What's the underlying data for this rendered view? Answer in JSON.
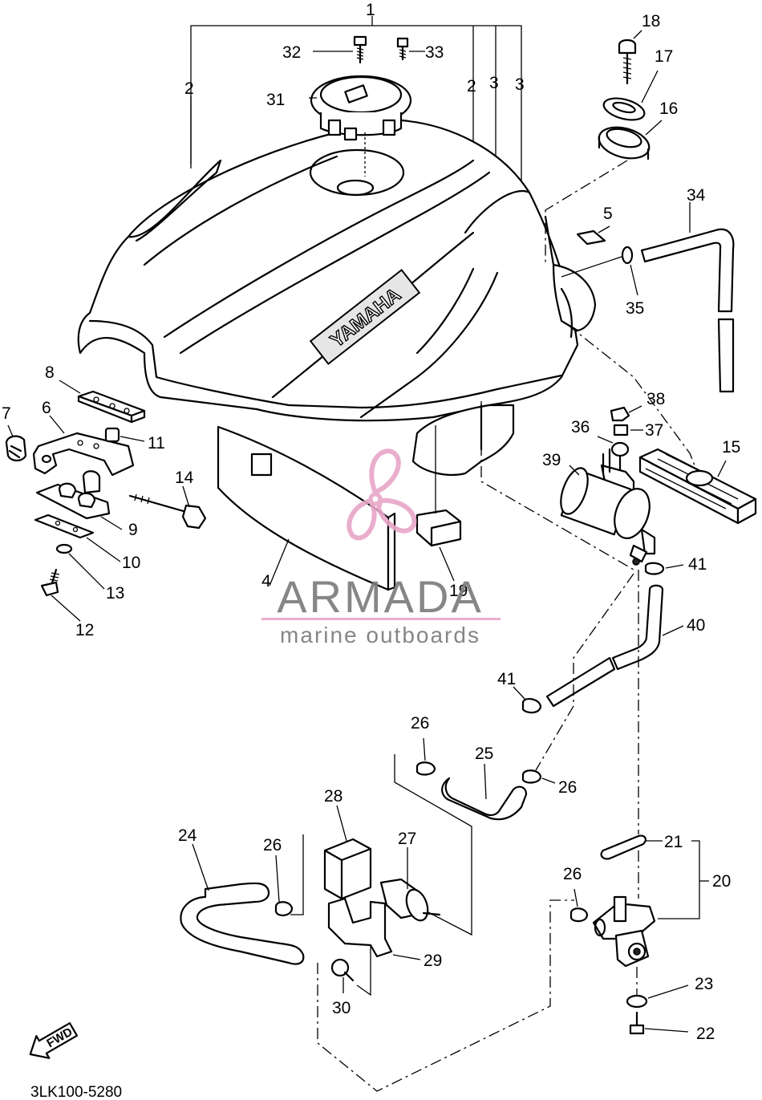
{
  "diagram": {
    "code": "3LK100-5280",
    "direction_marker": "FWD",
    "tank_emblem_text": "YAMAHA"
  },
  "watermark": {
    "brand": "ARMADA",
    "tagline": "marine outboards",
    "accent_color": "#e8a6c8",
    "text_color": "#7a7a7a"
  },
  "callouts": [
    {
      "id": "c1",
      "label": "1"
    },
    {
      "id": "c2a",
      "label": "2"
    },
    {
      "id": "c2b",
      "label": "2"
    },
    {
      "id": "c3a",
      "label": "3"
    },
    {
      "id": "c3b",
      "label": "3"
    },
    {
      "id": "c4",
      "label": "4"
    },
    {
      "id": "c5",
      "label": "5"
    },
    {
      "id": "c6",
      "label": "6"
    },
    {
      "id": "c7",
      "label": "7"
    },
    {
      "id": "c8",
      "label": "8"
    },
    {
      "id": "c9",
      "label": "9"
    },
    {
      "id": "c10",
      "label": "10"
    },
    {
      "id": "c11",
      "label": "11"
    },
    {
      "id": "c12",
      "label": "12"
    },
    {
      "id": "c13",
      "label": "13"
    },
    {
      "id": "c14",
      "label": "14"
    },
    {
      "id": "c15",
      "label": "15"
    },
    {
      "id": "c16",
      "label": "16"
    },
    {
      "id": "c17",
      "label": "17"
    },
    {
      "id": "c18",
      "label": "18"
    },
    {
      "id": "c19",
      "label": "19"
    },
    {
      "id": "c20",
      "label": "20"
    },
    {
      "id": "c21",
      "label": "21"
    },
    {
      "id": "c22",
      "label": "22"
    },
    {
      "id": "c23",
      "label": "23"
    },
    {
      "id": "c24",
      "label": "24"
    },
    {
      "id": "c25",
      "label": "25"
    },
    {
      "id": "c26a",
      "label": "26"
    },
    {
      "id": "c26b",
      "label": "26"
    },
    {
      "id": "c26c",
      "label": "26"
    },
    {
      "id": "c26d",
      "label": "26"
    },
    {
      "id": "c27",
      "label": "27"
    },
    {
      "id": "c28",
      "label": "28"
    },
    {
      "id": "c29",
      "label": "29"
    },
    {
      "id": "c30",
      "label": "30"
    },
    {
      "id": "c31",
      "label": "31"
    },
    {
      "id": "c32",
      "label": "32"
    },
    {
      "id": "c33",
      "label": "33"
    },
    {
      "id": "c34",
      "label": "34"
    },
    {
      "id": "c35",
      "label": "35"
    },
    {
      "id": "c36",
      "label": "36"
    },
    {
      "id": "c37",
      "label": "37"
    },
    {
      "id": "c38",
      "label": "38"
    },
    {
      "id": "c39",
      "label": "39"
    },
    {
      "id": "c40",
      "label": "40"
    },
    {
      "id": "c41a",
      "label": "41"
    },
    {
      "id": "c41b",
      "label": "41"
    }
  ]
}
